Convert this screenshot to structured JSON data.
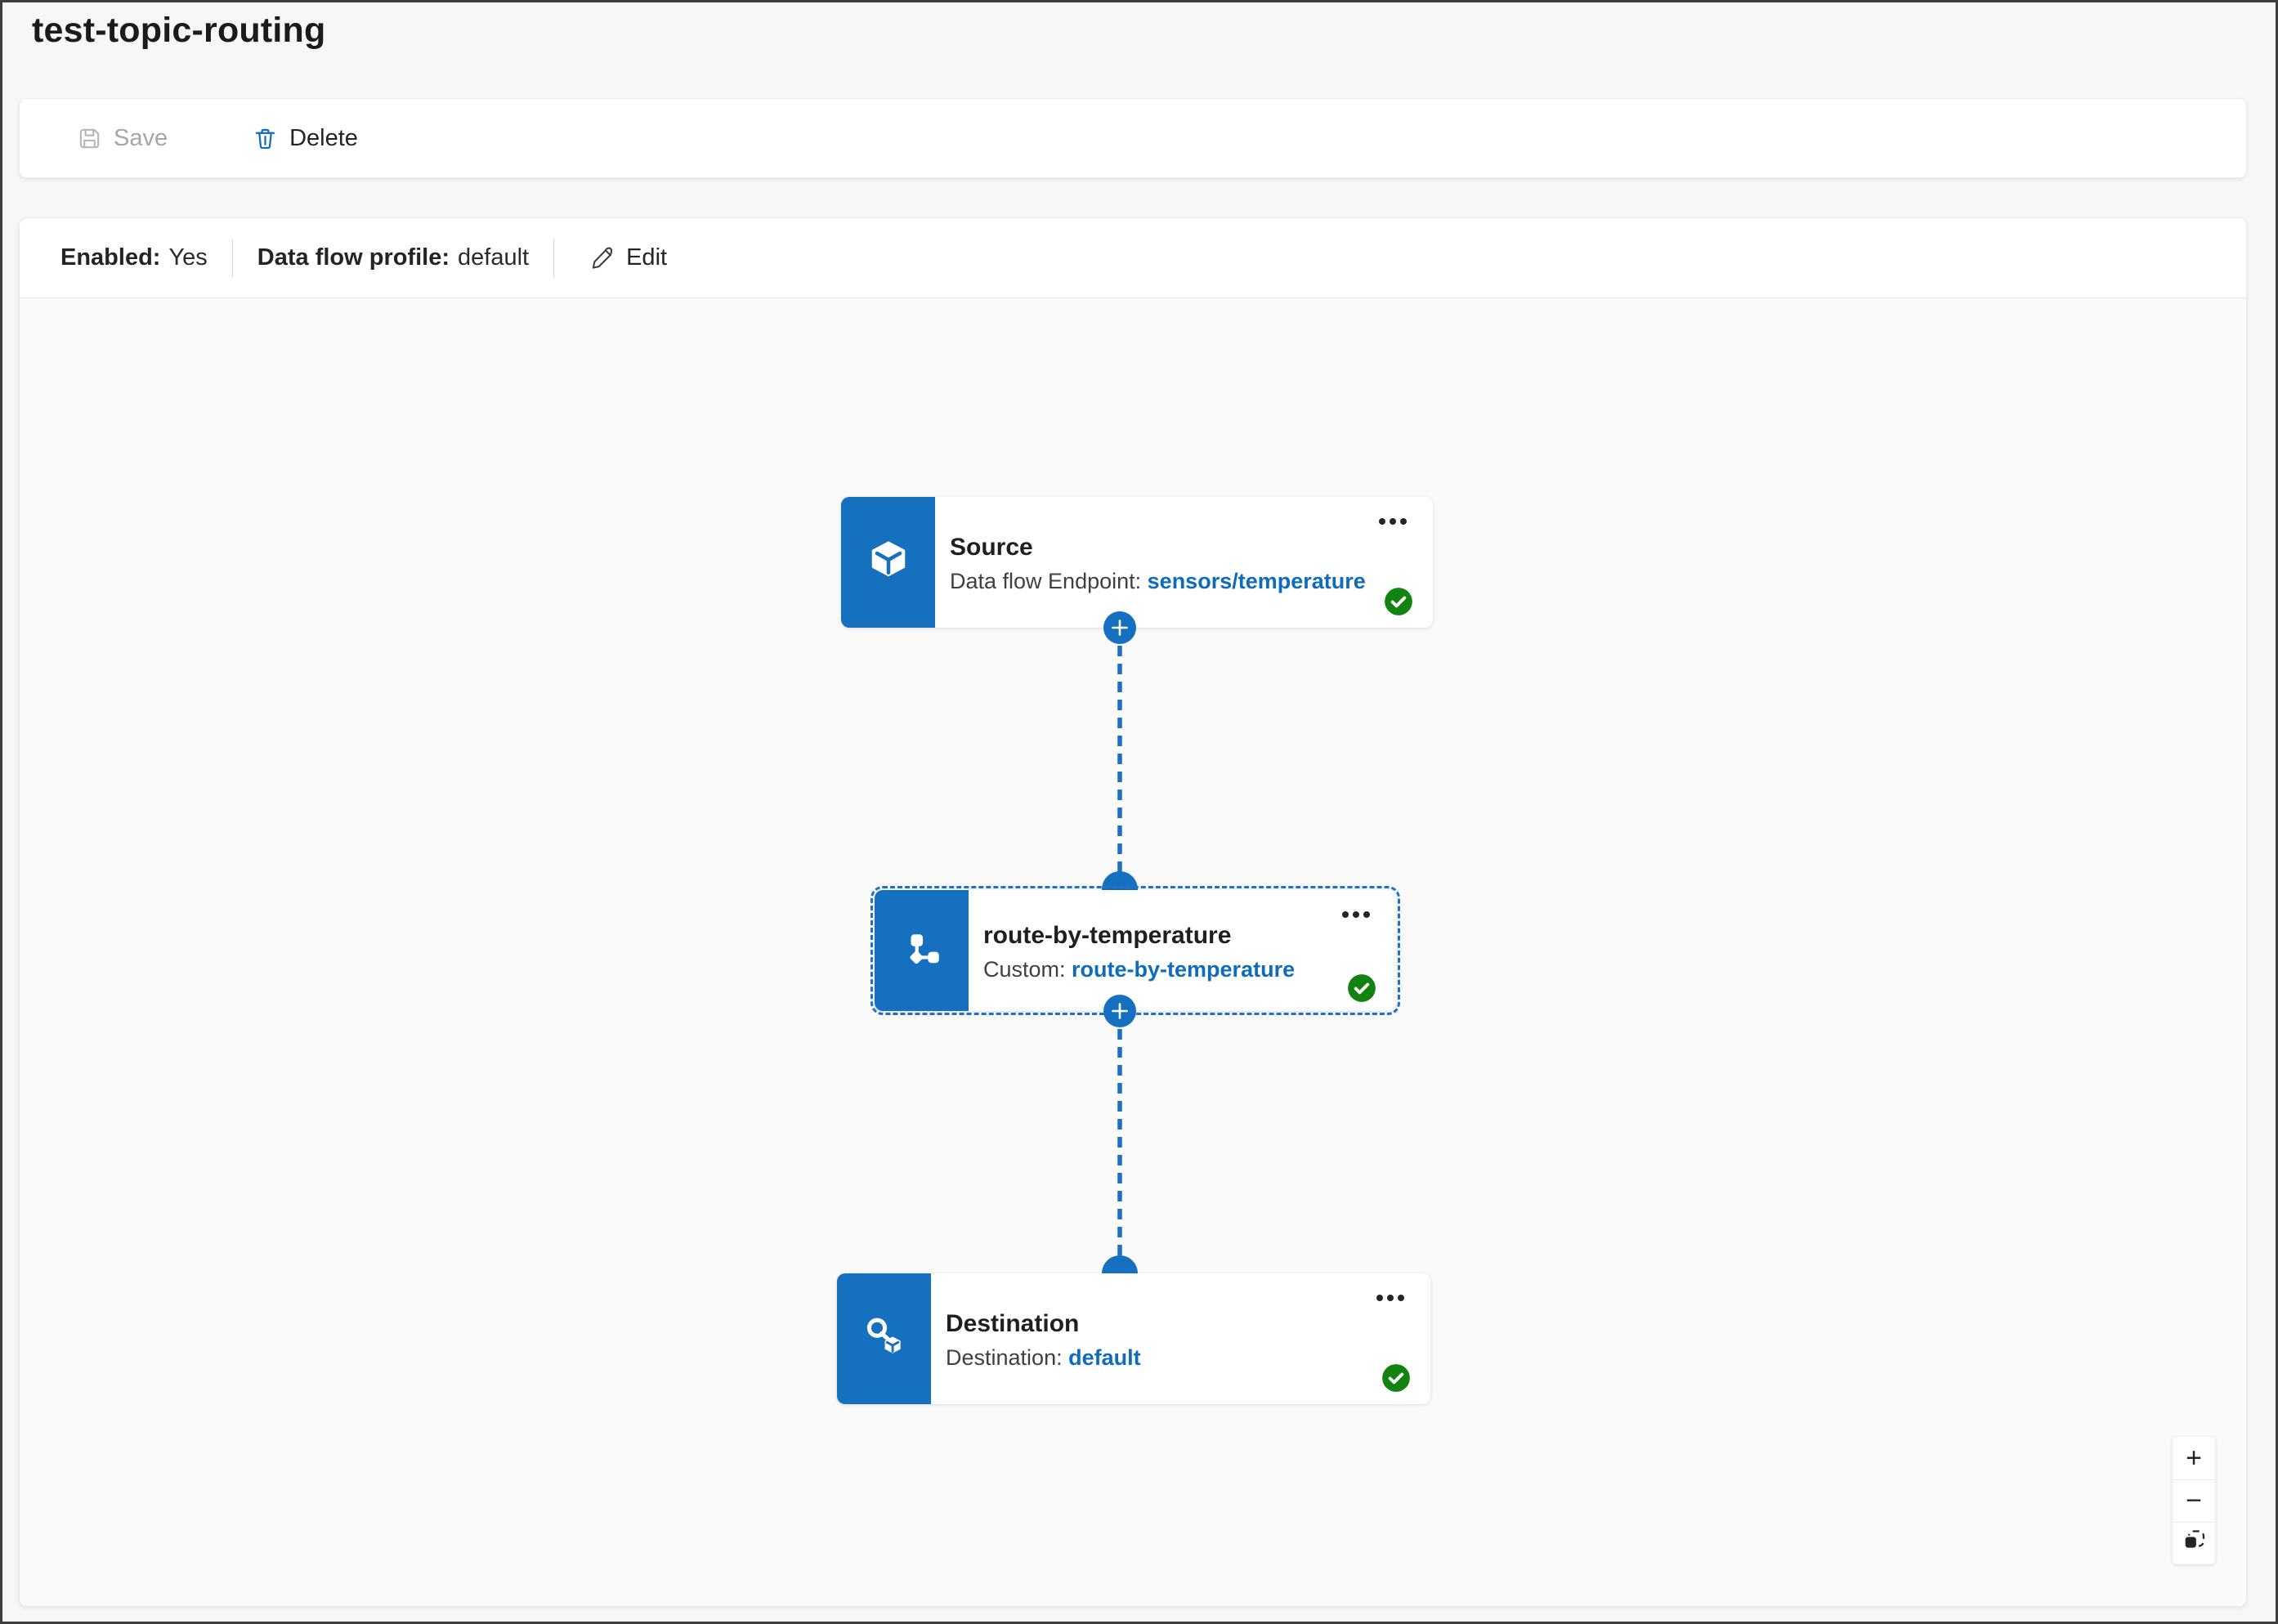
{
  "page": {
    "title": "test-topic-routing"
  },
  "toolbar": {
    "save_label": "Save",
    "delete_label": "Delete"
  },
  "info_bar": {
    "enabled_label": "Enabled:",
    "enabled_value": "Yes",
    "profile_label": "Data flow profile:",
    "profile_value": "default",
    "edit_label": "Edit"
  },
  "nodes": [
    {
      "title": "Source",
      "subtitle_label": "Data flow Endpoint:",
      "subtitle_value": "sensors/temperature",
      "icon": "cube-source-icon",
      "status": "valid"
    },
    {
      "title": "route-by-temperature",
      "subtitle_label": "Custom:",
      "subtitle_value": "route-by-temperature",
      "icon": "flowchart-route-icon",
      "status": "valid",
      "selected": true
    },
    {
      "title": "Destination",
      "subtitle_label": "Destination:",
      "subtitle_value": "default",
      "icon": "endpoint-destination-icon",
      "status": "valid"
    }
  ],
  "canvas_controls": {
    "zoom_in": "+",
    "zoom_out": "−",
    "fit_view": "fit-view-icon"
  },
  "colors": {
    "accent_blue": "#1570c0",
    "link_blue": "#0f6cbd",
    "status_green": "#128210",
    "canvas_bg": "#fafafa",
    "disabled_text": "#a6a6a6",
    "text_primary": "#242424"
  }
}
